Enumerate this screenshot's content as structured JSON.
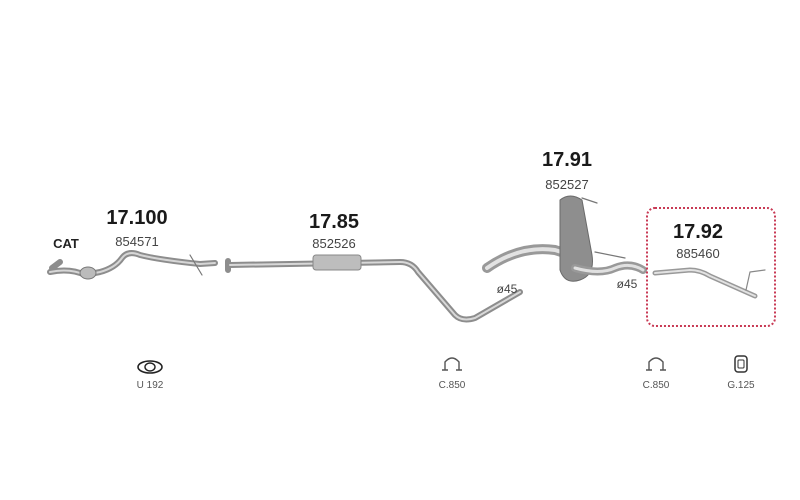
{
  "parts": [
    {
      "number": "17.100",
      "code": "854571"
    },
    {
      "number": "17.85",
      "code": "852526"
    },
    {
      "number": "17.91",
      "code": "852527"
    },
    {
      "number": "17.92",
      "code": "885460"
    }
  ],
  "cat_label": "CAT",
  "diameters": [
    "ø45",
    "ø45"
  ],
  "accessories": [
    {
      "code": "U 192",
      "icon": "gasket-icon"
    },
    {
      "code": "C.850",
      "icon": "clamp-icon"
    },
    {
      "code": "C.850",
      "icon": "clamp-icon"
    },
    {
      "code": "G.125",
      "icon": "rubber-hanger-icon"
    }
  ],
  "colors": {
    "highlight": "#c83a55",
    "pipe": "#9a9a9a"
  }
}
